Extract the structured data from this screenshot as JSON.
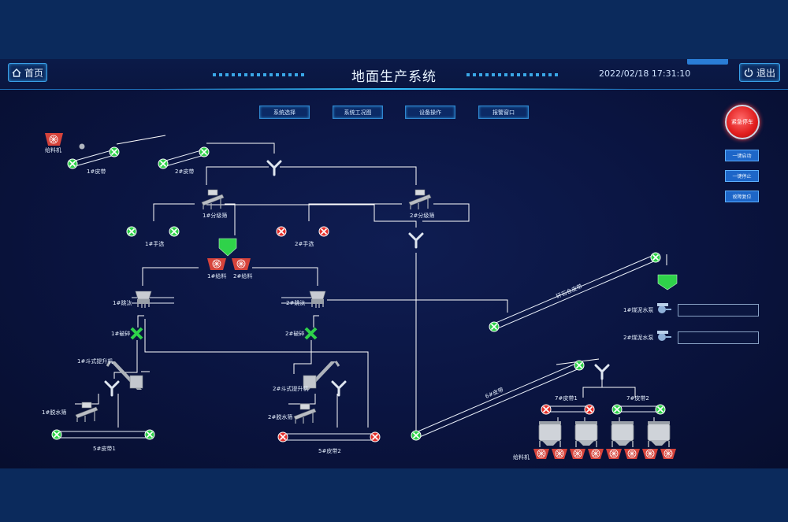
{
  "header": {
    "home_label": "首页",
    "title": "地面生产系统",
    "datetime": "2022/02/18 17:31:10",
    "exit_label": "退出"
  },
  "nav": {
    "system_select": "系统选择",
    "process_diagram": "系统工况图",
    "device_operation": "设备操作",
    "alarm_window": "报警窗口"
  },
  "controls": {
    "estop": "紧急停车",
    "start_all": "一键启动",
    "stop_all": "一键停止",
    "reset": "故障复位"
  },
  "labels": {
    "feeder_top": "给料机",
    "belt1": "1#皮带",
    "belt2": "2#皮带",
    "screen1": "1#分级筛",
    "screen2": "2#分级筛",
    "handsel1": "1#手选",
    "handsel2": "2#手选",
    "feeder1": "1#给料",
    "feeder2": "2#给料",
    "jig1": "1#跳汰",
    "jig2": "2#跳汰",
    "crusher1": "1#破碎",
    "crusher2": "2#破碎",
    "elevator1": "1#斗式提升机",
    "elevator2": "2#斗式提升机",
    "dewater1": "1#脱水筛",
    "dewater2": "2#脱水筛",
    "belt5_1": "5#皮带1",
    "belt5_2": "5#皮带2",
    "gangue_belt": "矸石仓皮带",
    "pump1": "1#煤泥水泵",
    "pump2": "2#煤泥水泵",
    "belt6": "6#皮带",
    "belt7_1": "7#皮带1",
    "belt7_2": "7#皮带2",
    "feeder_bottom": "给料机"
  },
  "colors": {
    "running": "#2fd24a",
    "stopped": "#e5322d",
    "accent": "#34c2ff",
    "line": "#e8eef8"
  }
}
